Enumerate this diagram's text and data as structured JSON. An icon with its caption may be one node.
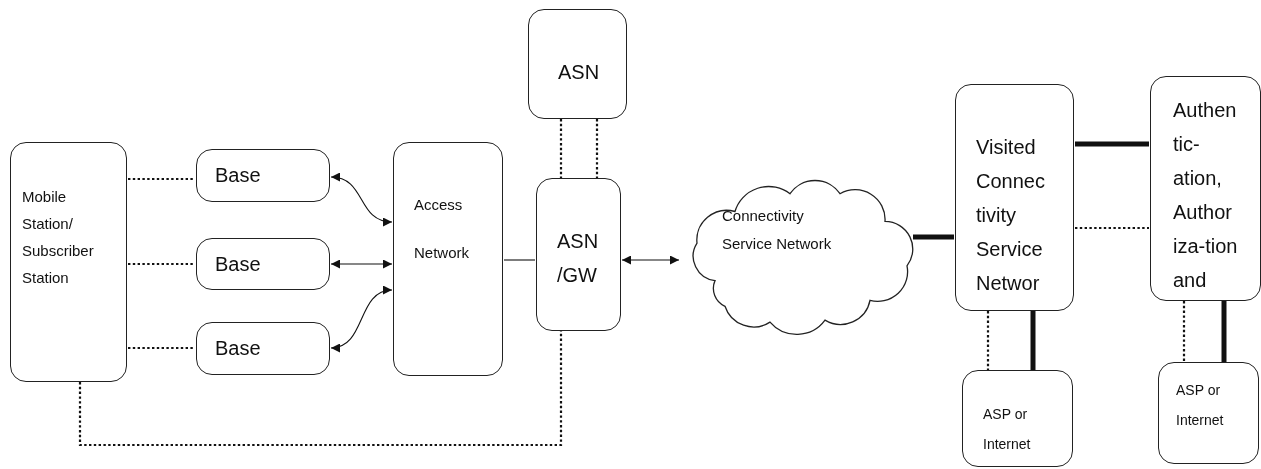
{
  "diagram": {
    "nodes": [
      {
        "text": [
          "Mobile Station/ Subscriber Station"
        ]
      },
      {
        "text": [
          "Base"
        ]
      },
      {
        "text": [
          "Base"
        ]
      },
      {
        "text": [
          "Base"
        ]
      },
      {
        "text": [
          "Access Network"
        ]
      },
      {
        "text": [
          "ASN"
        ]
      },
      {
        "text": [
          "ASN /GW"
        ]
      },
      {
        "text": [
          "Connectivity Service Network"
        ]
      },
      {
        "text": [
          "Visited Connec tivity Service Networ"
        ]
      },
      {
        "text": [
          "Authen tic- ation, Author iza-tion and"
        ]
      },
      {
        "text": [
          "ASP or Internet"
        ]
      },
      {
        "text": [
          "ASP or Internet"
        ]
      }
    ],
    "edges": [
      {
        "from": 0,
        "to": 1,
        "arrow": "none",
        "style": "dashed"
      },
      {
        "from": 0,
        "to": 2,
        "arrow": "none",
        "style": "dashed"
      },
      {
        "from": 0,
        "to": 3,
        "arrow": "none",
        "style": "dashed"
      },
      {
        "from": 1,
        "to": 4,
        "arrow": "both"
      },
      {
        "from": 2,
        "to": 4,
        "arrow": "both"
      },
      {
        "from": 3,
        "to": 4,
        "arrow": "both"
      },
      {
        "from": 4,
        "to": 6,
        "arrow": "none"
      },
      {
        "from": 5,
        "to": 6,
        "arrow": "none",
        "style": "dashed"
      },
      {
        "from": 5,
        "to": 6,
        "arrow": "none",
        "style": "dashed"
      },
      {
        "from": 6,
        "to": 7,
        "arrow": "both"
      },
      {
        "from": 7,
        "to": 8,
        "arrow": "none",
        "style": "thick"
      },
      {
        "from": 8,
        "to": 9,
        "arrow": "none",
        "style": "thick"
      },
      {
        "from": 8,
        "to": 9,
        "arrow": "none",
        "style": "dashed"
      },
      {
        "from": 8,
        "to": 10,
        "arrow": "none",
        "style": "dashed"
      },
      {
        "from": 8,
        "to": 10,
        "arrow": "none",
        "style": "thick"
      },
      {
        "from": 9,
        "to": 11,
        "arrow": "none",
        "style": "dashed"
      },
      {
        "from": 9,
        "to": 11,
        "arrow": "none",
        "style": "thick"
      },
      {
        "from": 0,
        "to": 6,
        "arrow": "none",
        "style": "dashed"
      }
    ]
  }
}
